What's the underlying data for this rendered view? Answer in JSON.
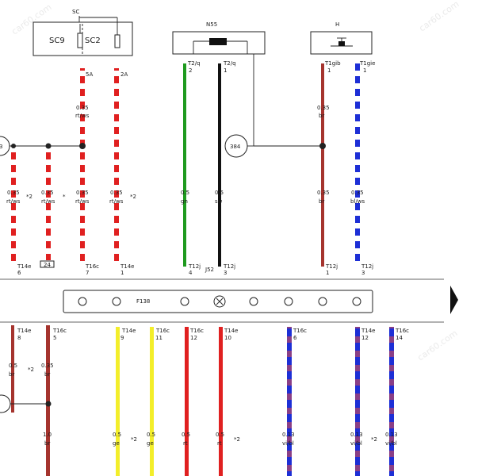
{
  "colors": {
    "red": "#e02020",
    "white": "#ffffff",
    "brown": "#a5342e",
    "blue": "#1d2fd6",
    "green": "#1e9a1e",
    "black": "#111111",
    "yellow": "#f3ee2a",
    "violet": "#8a3f86",
    "line": "#222222"
  },
  "components": {
    "sc_label": "SC",
    "sc9": "SC9",
    "sc2": "SC2",
    "n55": "N55",
    "h": "H",
    "f138": "F138",
    "conn_384": "384",
    "conn_3_partial": "3"
  },
  "top_pins": [
    {
      "id": "sa",
      "text": "5A"
    },
    {
      "id": "2a",
      "text": "2A"
    },
    {
      "id": "t2q2",
      "text": "T2/q",
      "sub": "2"
    },
    {
      "id": "t2q1",
      "text": "T2/q",
      "sub": "1"
    },
    {
      "id": "t1gib",
      "text": "T1gib",
      "sub": "1"
    },
    {
      "id": "t1gie",
      "text": "T1gie",
      "sub": "1"
    }
  ],
  "upper_wires": [
    {
      "id": "w1",
      "gauge": "0.35",
      "color": "rt/ws",
      "stars": "*2",
      "pin": "T14e",
      "pnum": "6"
    },
    {
      "id": "w2",
      "gauge": "0.35",
      "color": "rt/ws",
      "stars": "*",
      "pin": "",
      "box": "24"
    },
    {
      "id": "w3",
      "gauge": "0.35",
      "color": "rt/ws",
      "pin": "T16c",
      "pnum": "7",
      "upper_gauge": "0.35",
      "upper_color": "rt/ws"
    },
    {
      "id": "w4",
      "gauge": "0.35",
      "color": "rt/ws",
      "stars": "*2",
      "pin": "T14e",
      "pnum": "1"
    },
    {
      "id": "w5",
      "gauge": "0.5",
      "color": "gn",
      "pin": "T12j",
      "pnum": "4"
    },
    {
      "id": "w6",
      "gauge": "0.5",
      "color": "sw",
      "pin": "T12j",
      "pnum": "3",
      "extra": "J52"
    },
    {
      "id": "w7",
      "gauge": "0.35",
      "color": "br",
      "pin": "T12j",
      "pnum": "1",
      "upper_gauge": "0.35",
      "upper_color": "br"
    },
    {
      "id": "w8",
      "gauge": "0.35",
      "color": "bl/ws",
      "pin": "T12j",
      "pnum": "3"
    }
  ],
  "lower_wires": [
    {
      "id": "l1",
      "pin": "T14e",
      "pnum": "8",
      "gauge": "0.5",
      "color": "br",
      "stars": "*2"
    },
    {
      "id": "l2",
      "pin": "T16c",
      "pnum": "5",
      "gauge": "0.35",
      "color": "br",
      "gauge2": "1.0",
      "color2": "br"
    },
    {
      "id": "l3",
      "pin": "T14e",
      "pnum": "9",
      "gauge": "0.5",
      "color": "ge",
      "stars": "*2"
    },
    {
      "id": "l4",
      "pin": "T16c",
      "pnum": "11",
      "gauge": "0.5",
      "color": "ge"
    },
    {
      "id": "l5",
      "pin": "T16c",
      "pnum": "12",
      "gauge": "0.5",
      "color": "rt"
    },
    {
      "id": "l6",
      "pin": "T14e",
      "pnum": "10",
      "gauge": "0.5",
      "color": "rt",
      "stars": "*2"
    },
    {
      "id": "l7",
      "pin": "T16c",
      "pnum": "6",
      "gauge": "0.13",
      "color": "vi/bl"
    },
    {
      "id": "l8",
      "pin": "T14e",
      "pnum": "12",
      "gauge": "0.13",
      "color": "vi/bl",
      "stars": "*2"
    },
    {
      "id": "l9",
      "pin": "T16c",
      "pnum": "14",
      "gauge": "0.13",
      "color": "vi/bl"
    }
  ],
  "watermark": "car60.com"
}
